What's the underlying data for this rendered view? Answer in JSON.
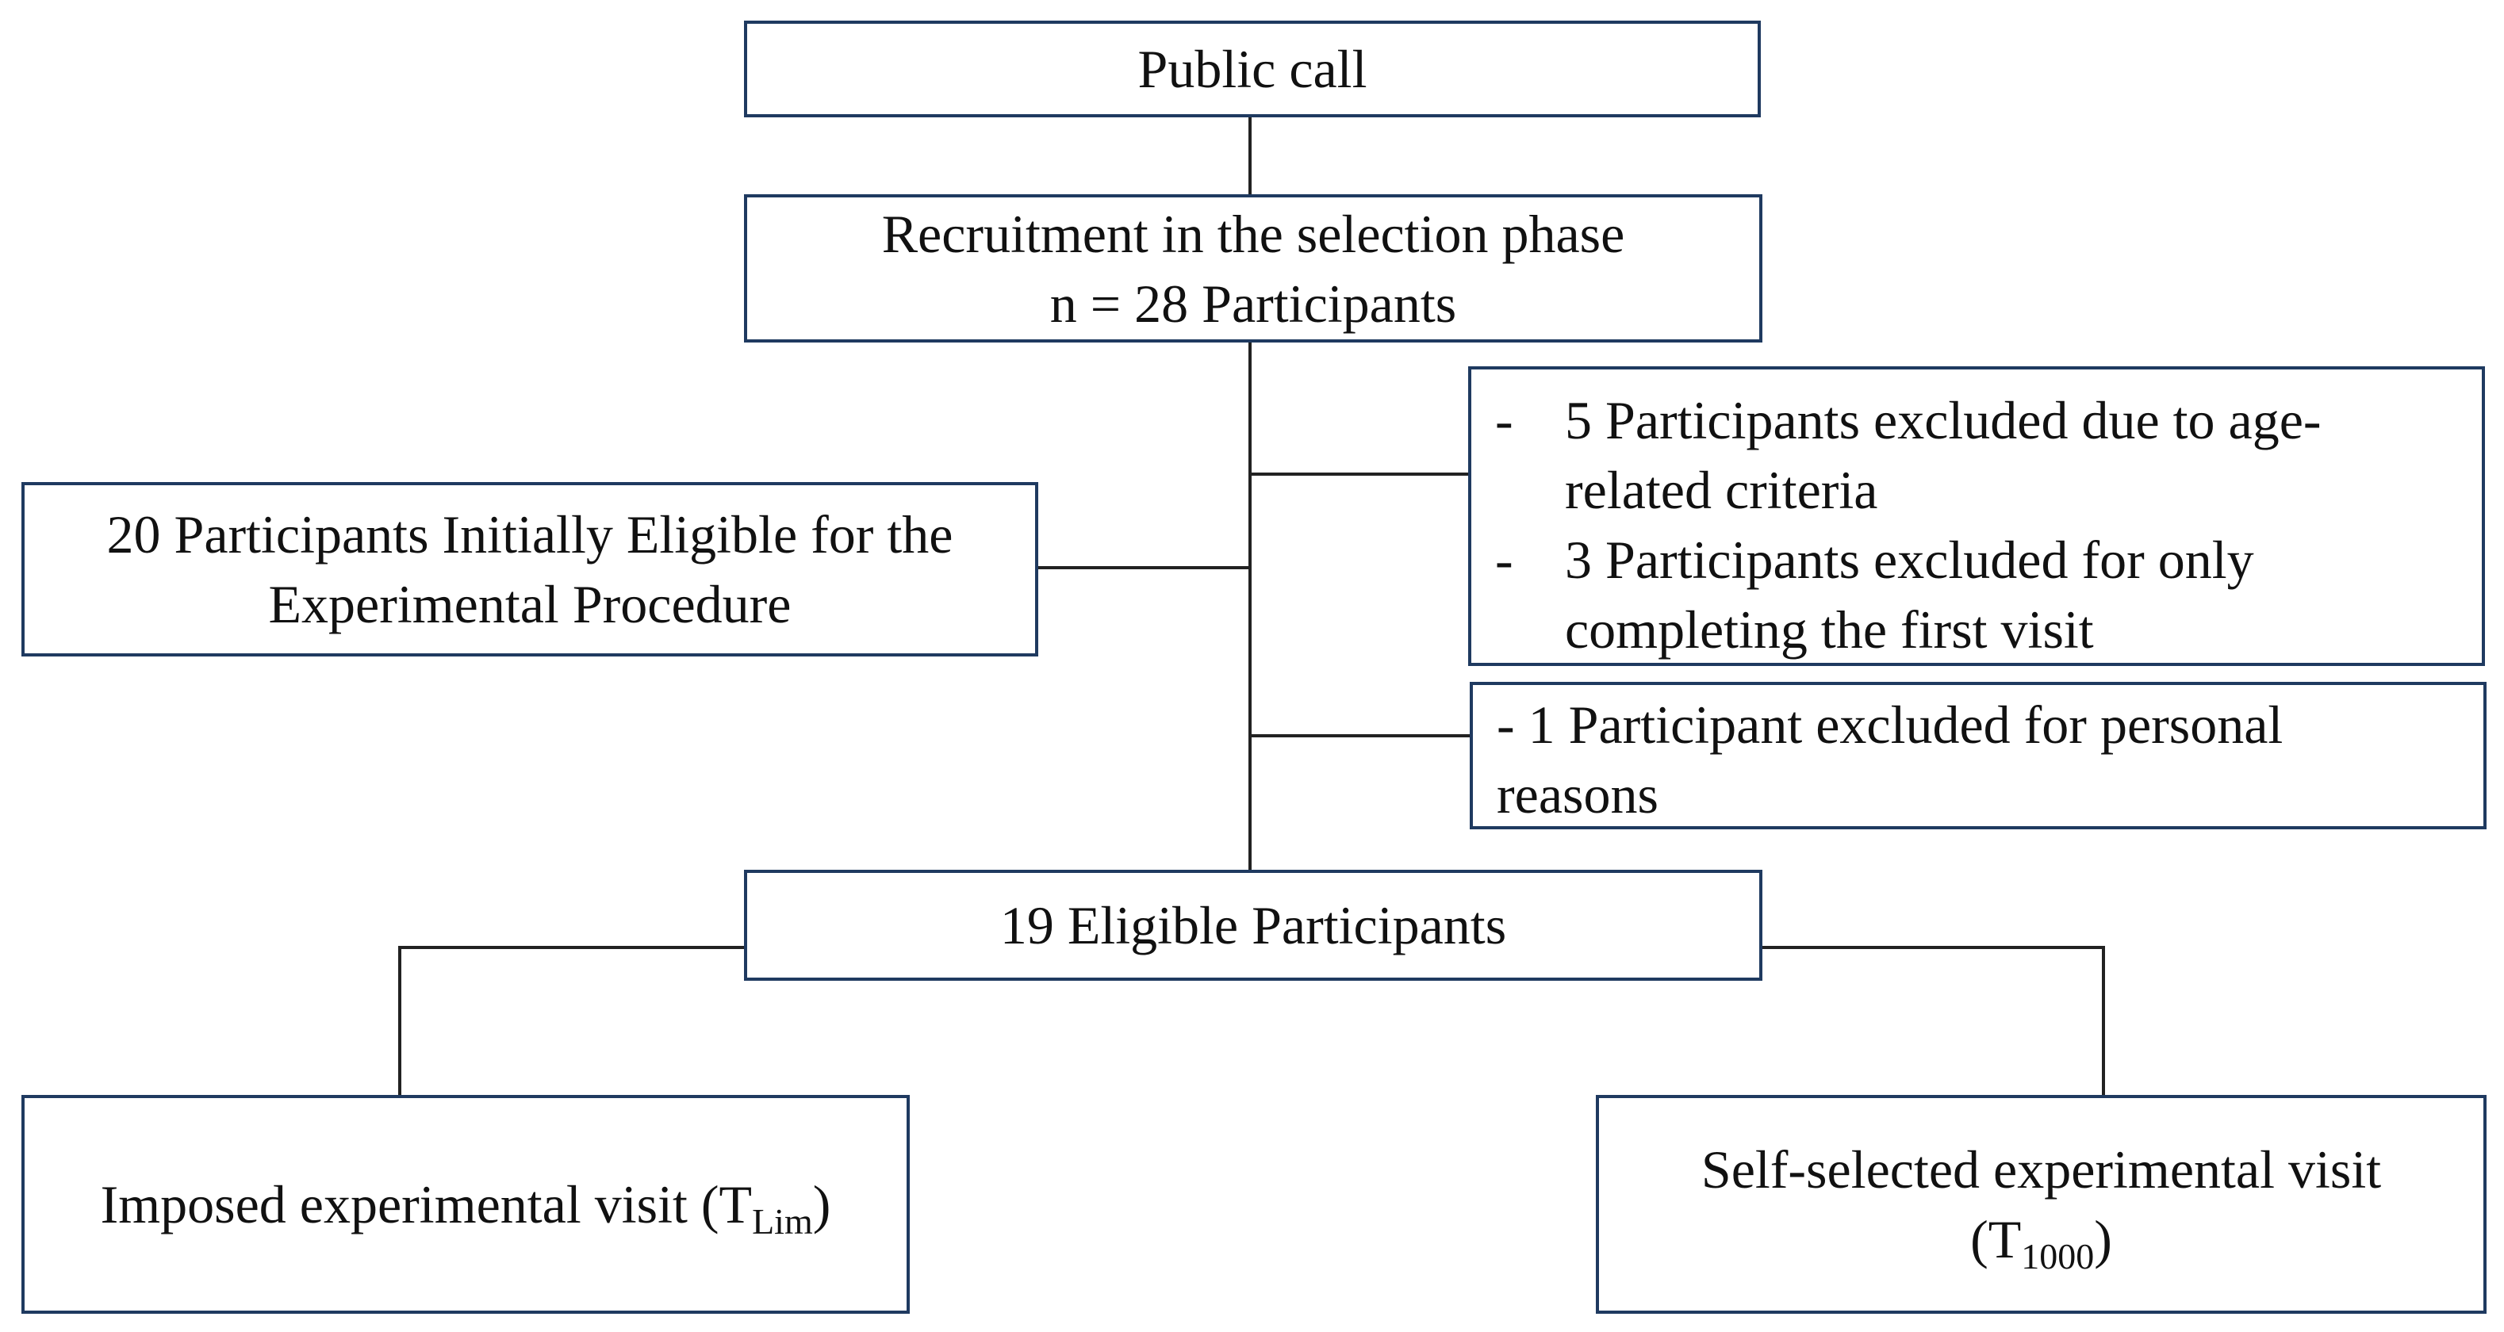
{
  "nodes": {
    "public_call": {
      "lines": [
        "Public call"
      ]
    },
    "recruitment": {
      "lines": [
        "Recruitment in the selection phase",
        "n = 28 Participants"
      ]
    },
    "initially_eligible": {
      "lines": [
        "20 Participants Initially Eligible for the",
        "Experimental Procedure"
      ]
    },
    "exclusions_1": {
      "items": [
        {
          "dash": "-",
          "lines": [
            "5 Participants excluded due to age-",
            "related criteria"
          ]
        },
        {
          "dash": "-",
          "lines": [
            "3 Participants excluded for only",
            "completing the first visit"
          ]
        }
      ]
    },
    "exclusions_2": {
      "lines": [
        "- 1 Participant excluded for personal",
        "reasons"
      ]
    },
    "eligible": {
      "lines": [
        "19 Eligible Participants"
      ]
    },
    "imposed_visit": {
      "text": "Imposed experimental visit (T",
      "sub": "Lim",
      "suffix": ")"
    },
    "self_selected_visit": {
      "line1": "Self-selected experimental visit",
      "prefix": "(T",
      "sub": "1000",
      "suffix": ")"
    }
  },
  "colors": {
    "box_border": "#1f3a60",
    "connector": "#222222",
    "text": "#111111"
  }
}
